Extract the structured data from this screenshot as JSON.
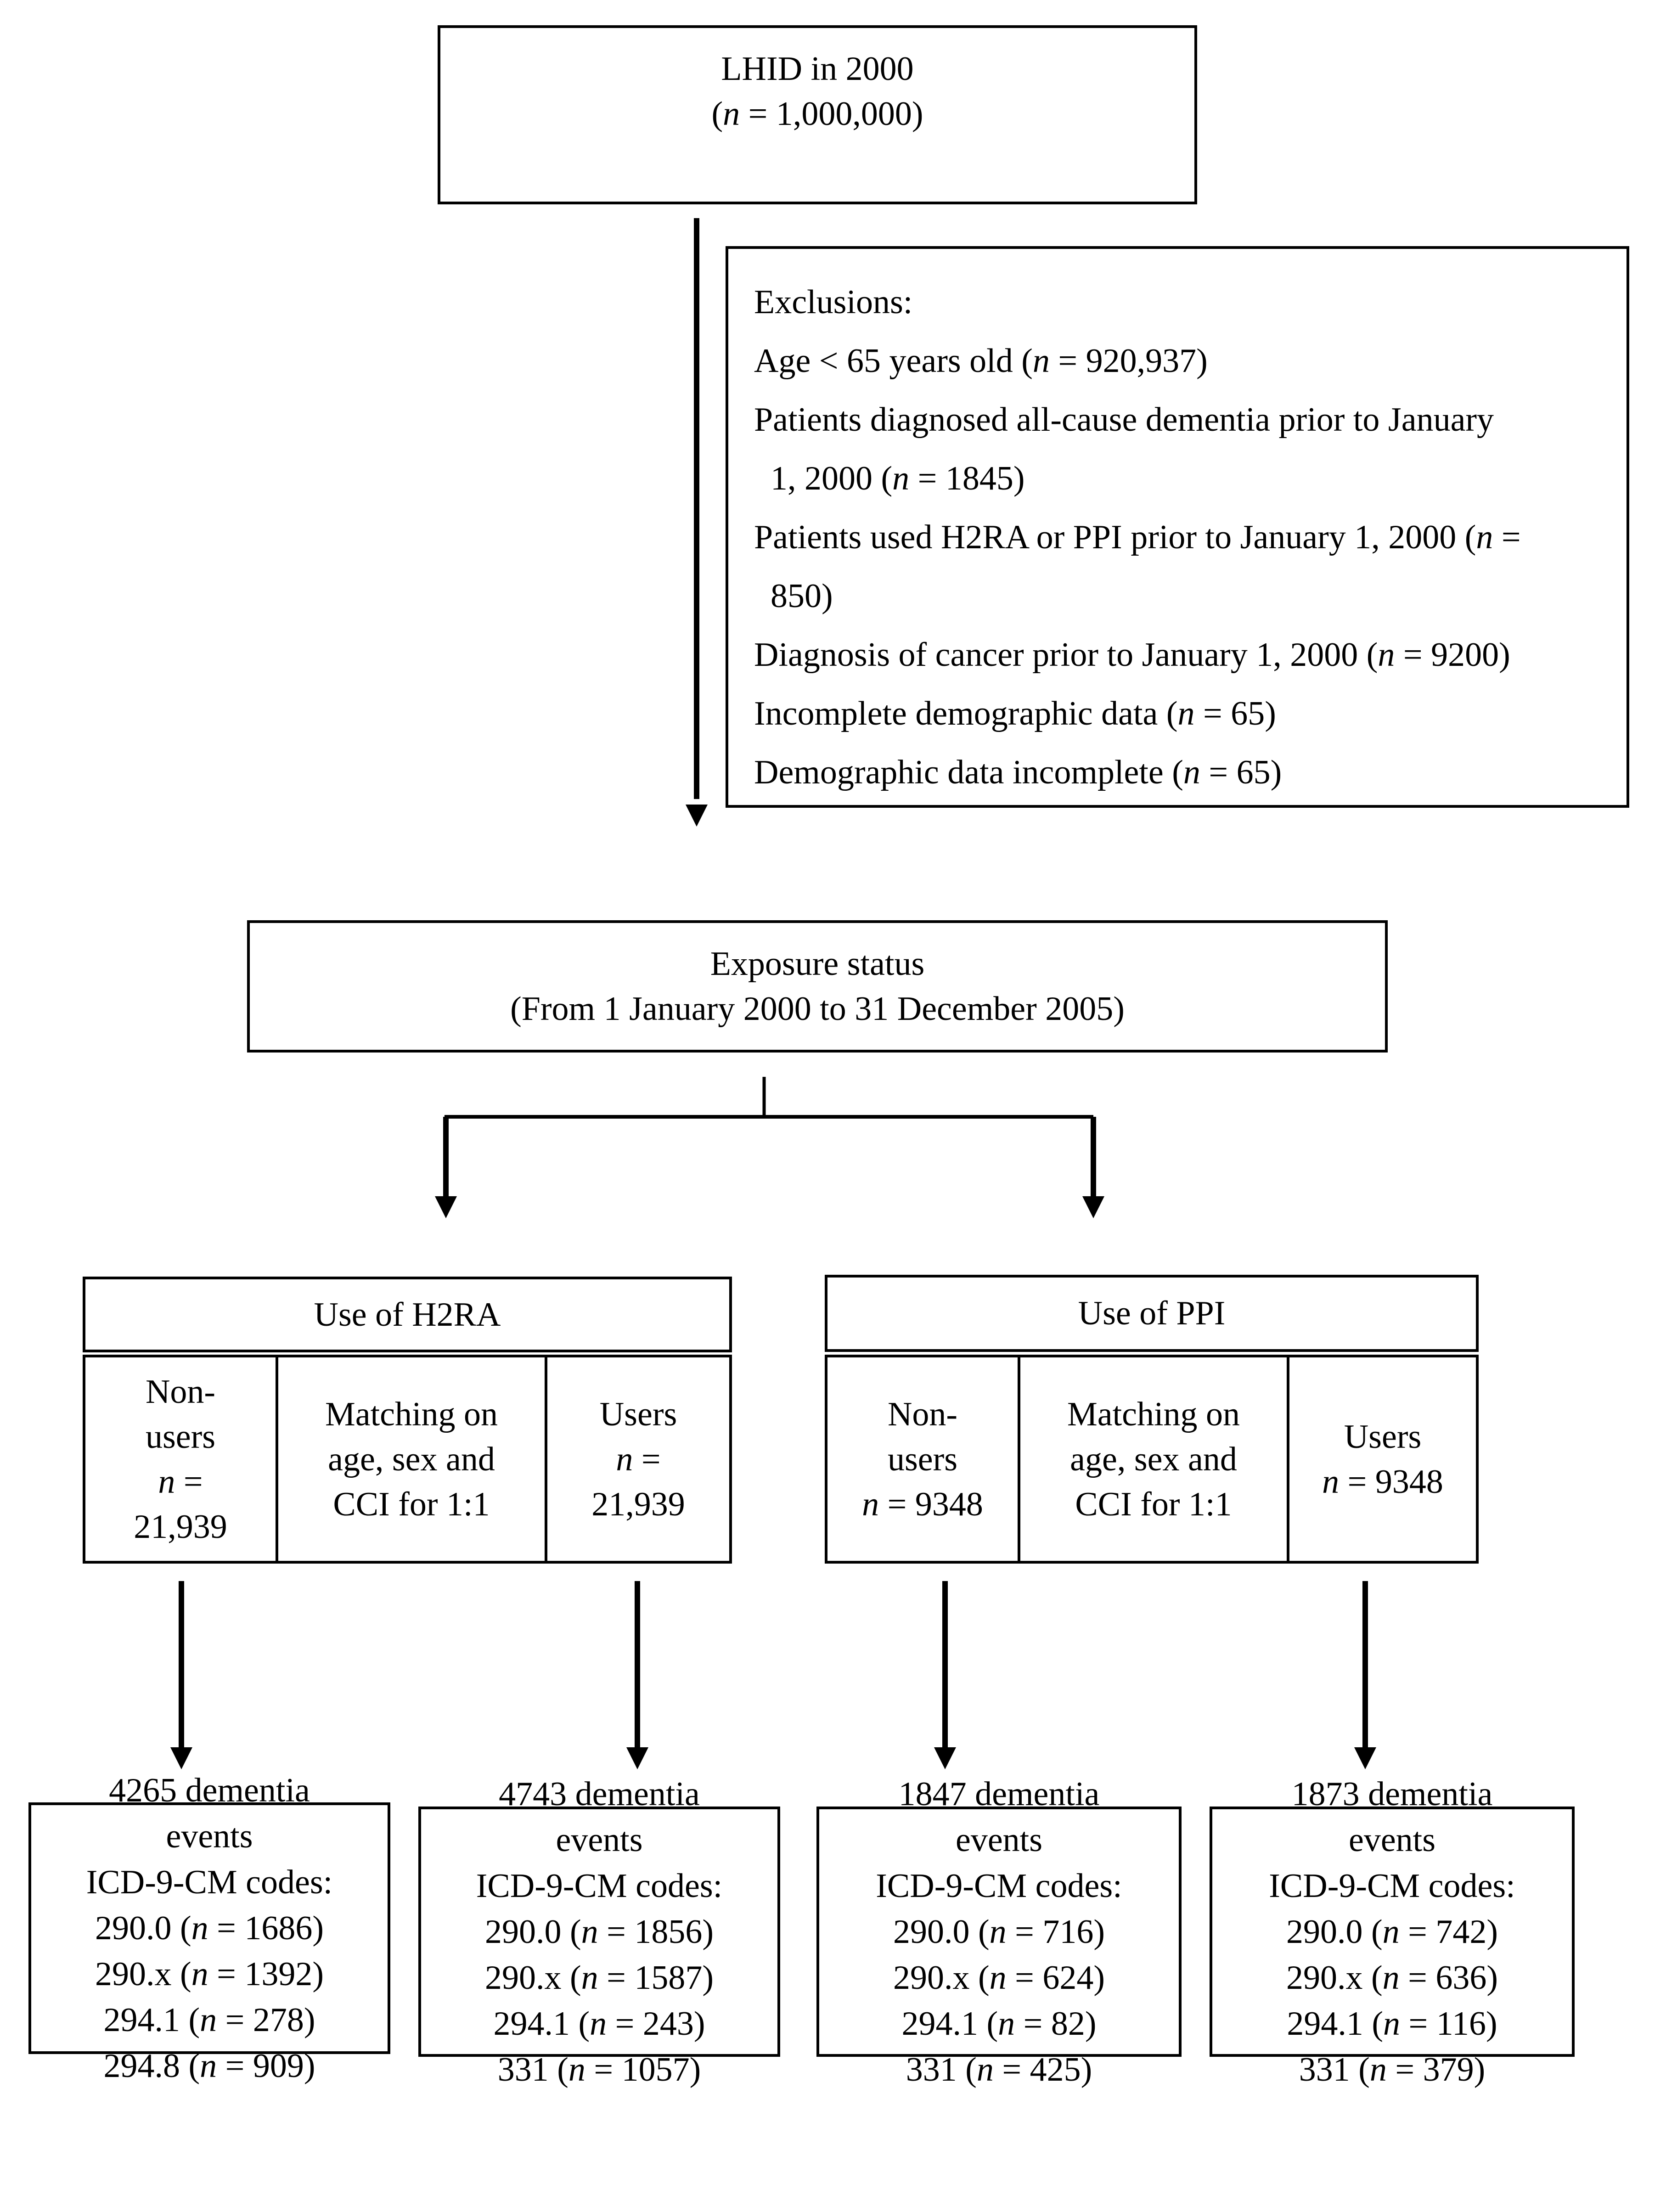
{
  "source": {
    "title": "LHID in 2000",
    "n_label": "n",
    "n_value": " = 1,000,000"
  },
  "exclusions": {
    "heading": "Exclusions:",
    "items": [
      {
        "pre": "Age < 65 years old (",
        "n": "n",
        "post": " = 920,937)"
      },
      {
        "pre": "Patients diagnosed all-cause dementia prior to January",
        "cont_pre": "1, 2000 (",
        "n": "n",
        "post": " = 1845)"
      },
      {
        "pre": "Patients used H2RA or PPI prior to January 1, 2000 (",
        "n": "n",
        "post": " =",
        "cont": "850)"
      },
      {
        "pre": "Diagnosis of cancer prior to January 1, 2000 (",
        "n": "n",
        "post": " = 9200)"
      },
      {
        "pre": "Incomplete demographic data (",
        "n": "n",
        "post": " = 65)"
      },
      {
        "pre": "Demographic data incomplete (",
        "n": "n",
        "post": " = 65)"
      }
    ]
  },
  "exposure": {
    "title": "Exposure status",
    "period": "(From 1 January 2000 to 31 December 2005)"
  },
  "h2ra": {
    "title": "Use of H2RA",
    "nonusers": {
      "l1": "Non-",
      "l2": "users",
      "n": "n",
      "eq": " =",
      "value": "21,939"
    },
    "matching": {
      "l1": "Matching on",
      "l2": "age, sex and",
      "l3": "CCI for 1:1"
    },
    "users": {
      "l1": "Users",
      "n": "n",
      "eq": " =",
      "value": "21,939"
    }
  },
  "ppi": {
    "title": "Use of PPI",
    "nonusers": {
      "l1": "Non-",
      "l2": "users",
      "n": "n",
      "value": " = 9348"
    },
    "matching": {
      "l1": "Matching on",
      "l2": "age, sex and",
      "l3": "CCI for 1:1"
    },
    "users": {
      "l1": "Users",
      "n": "n",
      "value": " = 9348"
    }
  },
  "outcomes": [
    {
      "events": "4265 dementia",
      "events2": "events",
      "codes_label": "ICD-9-CM codes:",
      "codes": [
        {
          "code": "290.0 (",
          "n": "n",
          "value": " = 1686)"
        },
        {
          "code": "290.x (",
          "n": "n",
          "value": " = 1392)"
        },
        {
          "code": "294.1 (",
          "n": "n",
          "value": " = 278)"
        },
        {
          "code": "294.8 (",
          "n": "n",
          "value": " = 909)"
        }
      ]
    },
    {
      "events": "4743 dementia",
      "events2": "events",
      "codes_label": "ICD-9-CM codes:",
      "codes": [
        {
          "code": "290.0 (",
          "n": "n",
          "value": " = 1856)"
        },
        {
          "code": "290.x (",
          "n": "n",
          "value": " = 1587)"
        },
        {
          "code": "294.1 (",
          "n": "n",
          "value": " = 243)"
        },
        {
          "code": "331 (",
          "n": "n",
          "value": " = 1057)"
        }
      ]
    },
    {
      "events": "1847 dementia",
      "events2": "events",
      "codes_label": "ICD-9-CM codes:",
      "codes": [
        {
          "code": "290.0 (",
          "n": "n",
          "value": " = 716)"
        },
        {
          "code": "290.x (",
          "n": "n",
          "value": " = 624)"
        },
        {
          "code": "294.1 (",
          "n": "n",
          "value": " = 82)"
        },
        {
          "code": "331 (",
          "n": "n",
          "value": " = 425)"
        }
      ]
    },
    {
      "events": "1873 dementia",
      "events2": "events",
      "codes_label": "ICD-9-CM codes:",
      "codes": [
        {
          "code": "290.0 (",
          "n": "n",
          "value": " = 742)"
        },
        {
          "code": "290.x (",
          "n": "n",
          "value": " = 636)"
        },
        {
          "code": "294.1 (",
          "n": "n",
          "value": " = 116)"
        },
        {
          "code": "331 (",
          "n": "n",
          "value": " = 379)"
        }
      ]
    }
  ]
}
